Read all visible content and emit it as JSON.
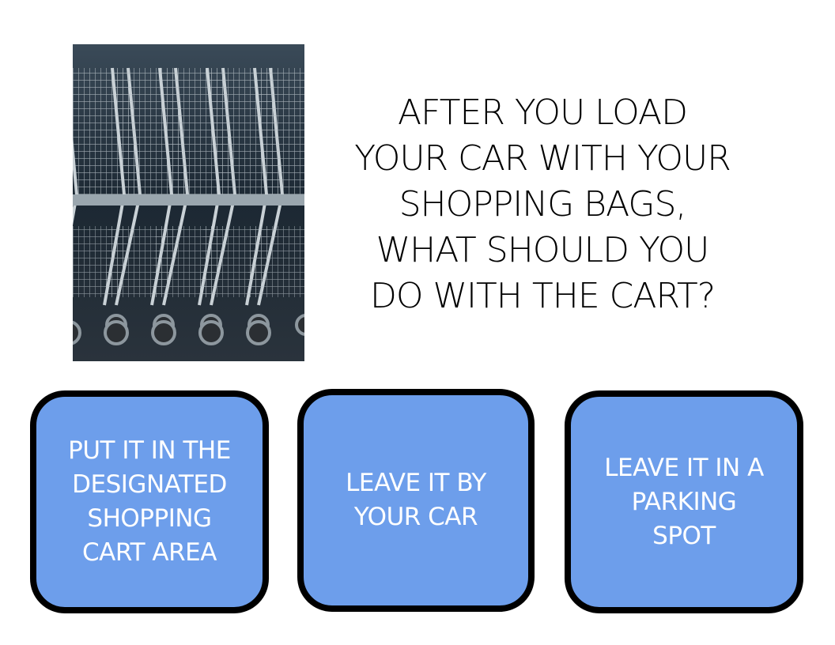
{
  "question": "AFTER YOU LOAD\nYOUR CAR WITH YOUR\nSHOPPING BAGS,\nWHAT SHOULD YOU\nDO WITH THE CART?",
  "photo": {
    "icon": "shopping-carts-photo"
  },
  "answers": [
    {
      "label": "PUT IT IN THE\nDESIGNATED\nSHOPPING\nCART AREA"
    },
    {
      "label": "LEAVE IT BY\nYOUR CAR"
    },
    {
      "label": "LEAVE IT IN A\nPARKING\nSPOT"
    }
  ],
  "colors": {
    "answer_fill": "#6d9eeb",
    "answer_border": "#000000",
    "answer_text": "#ffffff"
  }
}
